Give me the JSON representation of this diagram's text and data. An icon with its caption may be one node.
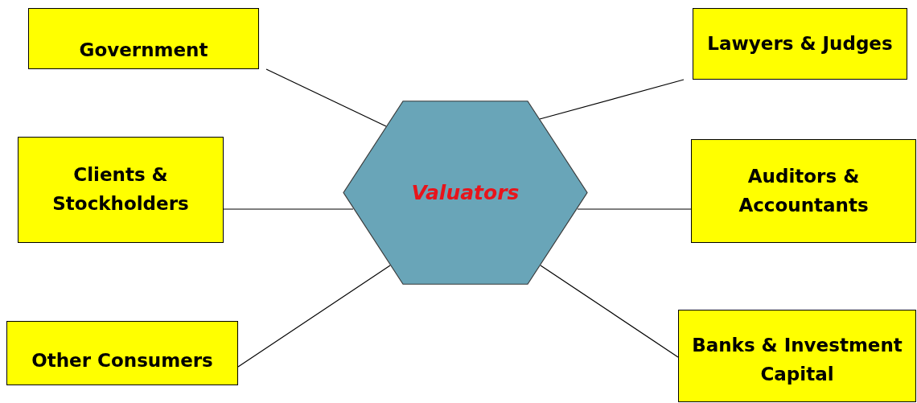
{
  "diagram": {
    "nodes": [
      {
        "text": [
          "Valuators"
        ]
      },
      {
        "text": [
          "Government"
        ]
      },
      {
        "text": [
          "Lawyers & Judges"
        ]
      },
      {
        "text": [
          "Clients & Stockholders"
        ]
      },
      {
        "text": [
          "Auditors & Accountants"
        ]
      },
      {
        "text": [
          "Other Consumers"
        ]
      },
      {
        "text": [
          "Banks & Investment Capital"
        ]
      }
    ],
    "edges": [
      {
        "from": 0,
        "to": 1,
        "arrow": "none"
      },
      {
        "from": 0,
        "to": 2,
        "arrow": "none"
      },
      {
        "from": 0,
        "to": 3,
        "arrow": "none"
      },
      {
        "from": 0,
        "to": 4,
        "arrow": "none"
      },
      {
        "from": 0,
        "to": 5,
        "arrow": "none"
      },
      {
        "from": 0,
        "to": 6,
        "arrow": "none"
      }
    ]
  }
}
